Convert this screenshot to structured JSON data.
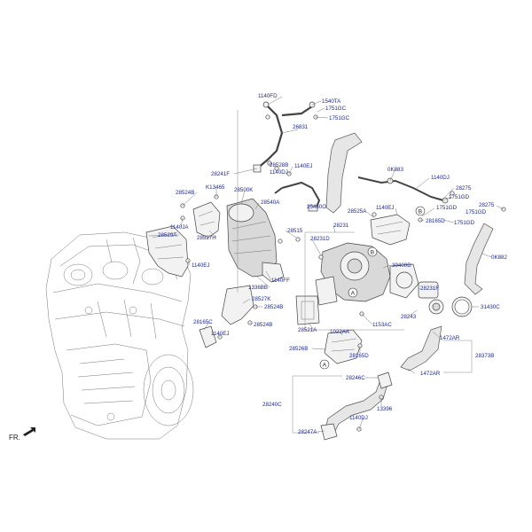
{
  "front_label": "FR.",
  "labels": [
    {
      "id": "l01",
      "text": "1140FD"
    },
    {
      "id": "l02",
      "text": "1540TA"
    },
    {
      "id": "l03",
      "text": "1751GC"
    },
    {
      "id": "l04",
      "text": "1751GC"
    },
    {
      "id": "l05",
      "text": "26831"
    },
    {
      "id": "l06",
      "text": "28241F"
    },
    {
      "id": "l07",
      "text": "28528B"
    },
    {
      "id": "l08",
      "text": "1140DJ"
    },
    {
      "id": "l09",
      "text": "1140EJ"
    },
    {
      "id": "l10",
      "text": "0K883"
    },
    {
      "id": "l11",
      "text": "1140DJ"
    },
    {
      "id": "l12",
      "text": "28275"
    },
    {
      "id": "l13",
      "text": "1751GD"
    },
    {
      "id": "l14",
      "text": "28524B"
    },
    {
      "id": "l15",
      "text": "K13465"
    },
    {
      "id": "l16",
      "text": "28500K"
    },
    {
      "id": "l17",
      "text": "28540A"
    },
    {
      "id": "l18",
      "text": "25460O"
    },
    {
      "id": "l19",
      "text": "28525A"
    },
    {
      "id": "l20",
      "text": "1140EJ"
    },
    {
      "id": "l21",
      "text": "1751GD"
    },
    {
      "id": "l22",
      "text": "28275"
    },
    {
      "id": "l23",
      "text": "1751GD"
    },
    {
      "id": "l24",
      "text": "28165D"
    },
    {
      "id": "l25",
      "text": "1751GD"
    },
    {
      "id": "l26",
      "text": "28529A"
    },
    {
      "id": "l27",
      "text": "1140JA"
    },
    {
      "id": "l28",
      "text": "28527H"
    },
    {
      "id": "l29",
      "text": "28515"
    },
    {
      "id": "l30",
      "text": "28231"
    },
    {
      "id": "l31",
      "text": "28231D"
    },
    {
      "id": "l32",
      "text": "0K882"
    },
    {
      "id": "l33",
      "text": "39400D"
    },
    {
      "id": "l34",
      "text": "1140EJ"
    },
    {
      "id": "l35",
      "text": "1140FF"
    },
    {
      "id": "l36",
      "text": "1336BB"
    },
    {
      "id": "l37",
      "text": "28231F"
    },
    {
      "id": "l38",
      "text": "28527K"
    },
    {
      "id": "l39",
      "text": "28524B"
    },
    {
      "id": "l40",
      "text": "28243"
    },
    {
      "id": "l41",
      "text": "31430C"
    },
    {
      "id": "l42",
      "text": "28165C"
    },
    {
      "id": "l43",
      "text": "28524B"
    },
    {
      "id": "l44",
      "text": "1140EJ"
    },
    {
      "id": "l45",
      "text": "1153AC"
    },
    {
      "id": "l46",
      "text": "28521A"
    },
    {
      "id": "l47",
      "text": "1022AA"
    },
    {
      "id": "l48",
      "text": "1472AR"
    },
    {
      "id": "l49",
      "text": "28526B"
    },
    {
      "id": "l50",
      "text": "28165D"
    },
    {
      "id": "l51",
      "text": "28373B"
    },
    {
      "id": "l52",
      "text": "1472AR"
    },
    {
      "id": "l53",
      "text": "28246C"
    },
    {
      "id": "l54",
      "text": "28240C"
    },
    {
      "id": "l55",
      "text": "13396"
    },
    {
      "id": "l56",
      "text": "1140DJ"
    },
    {
      "id": "l57",
      "text": "28247A"
    }
  ],
  "refs": {
    "a": "A",
    "b": "B"
  }
}
